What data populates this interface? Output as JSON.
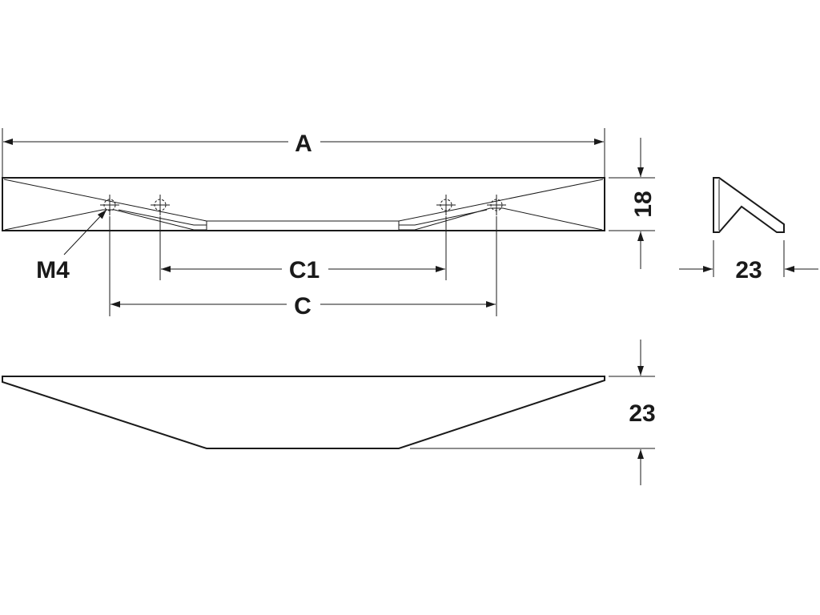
{
  "labels": {
    "overall_length": "A",
    "hole_spacing_inner": "C1",
    "hole_spacing_outer": "C",
    "thread": "M4",
    "front_height": "18",
    "side_depth": "23",
    "profile_height": "23"
  },
  "colors": {
    "line": "#1a1a1a",
    "background": "#ffffff"
  }
}
